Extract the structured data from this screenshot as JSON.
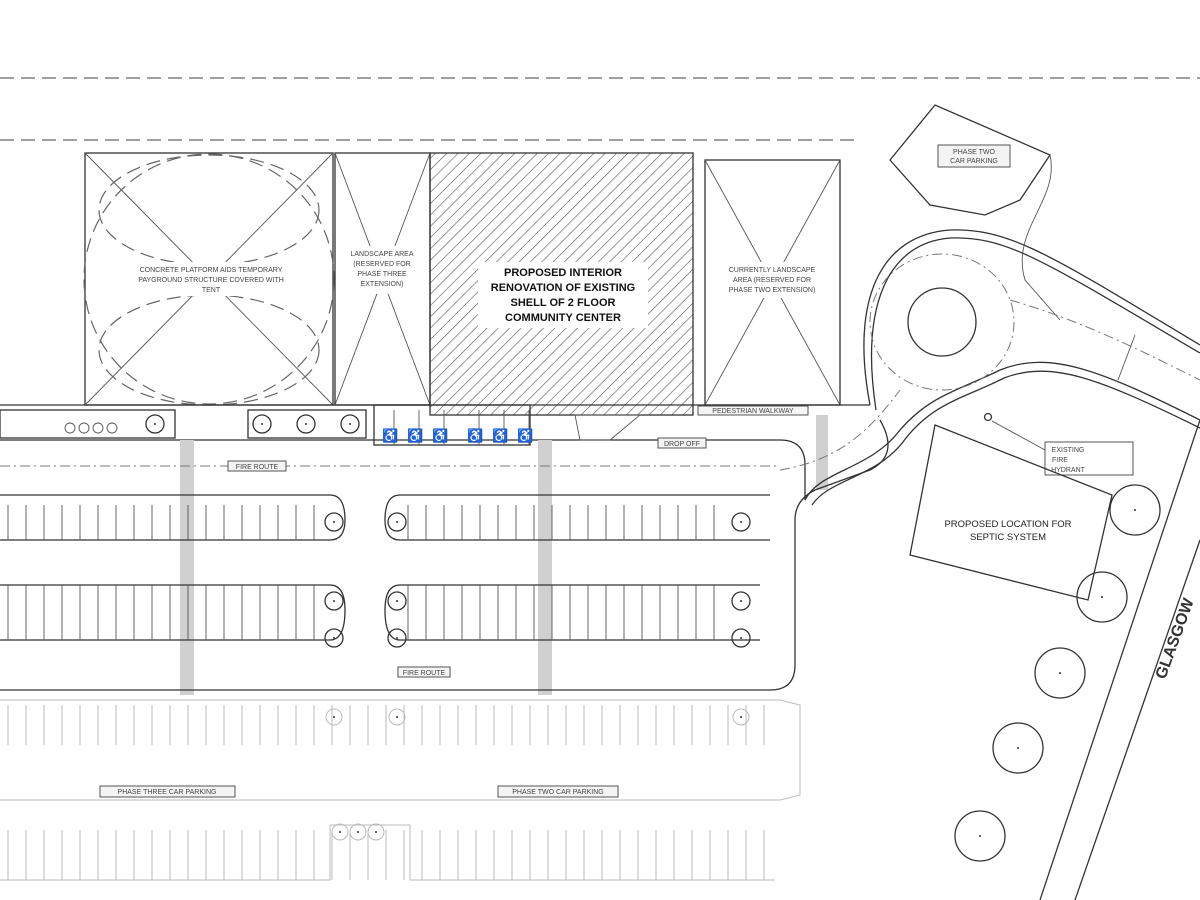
{
  "labels": {
    "playground": [
      "CONCRETE PLATFORM AIDS TEMPORARY",
      "PAYGROUND STRUCTURE COVERED WITH",
      "TENT"
    ],
    "landscape_phase_three": [
      "LANDSCAPE AREA",
      "(RESERVED FOR",
      "PHASE THREE",
      "EXTENSION)"
    ],
    "building": [
      "PROPOSED INTERIOR",
      "RENOVATION  OF EXISTING",
      "SHELL OF 2 FLOOR",
      "COMMUNITY CENTER"
    ],
    "landscape_phase_two": [
      "CURRENTLY LANDSCAPE",
      "AREA (RESERVED FOR",
      "PHASE TWO EXTENSION)"
    ],
    "phase_two_parking_top": [
      "PHASE TWO",
      "CAR PARKING"
    ],
    "pedestrian_walkway": "PEDESTRIAN WALKWAY",
    "drop_off": "DROP OFF",
    "fire_route_top": "FIRE ROUTE",
    "fire_route_bottom": "FIRE ROUTE",
    "fire_hydrant": [
      "EXISTING",
      "FIRE",
      "HYDRANT"
    ],
    "septic": [
      "PROPOSED LOCATION FOR",
      "SEPTIC SYSTEM"
    ],
    "road_name": "GLASGOW",
    "phase_three_parking": "PHASE THREE CAR PARKING",
    "phase_two_parking": "PHASE TWO CAR PARKING"
  },
  "colors": {
    "line": "#333333",
    "hatch": "#555555",
    "walkway": "#d0d0d0"
  }
}
